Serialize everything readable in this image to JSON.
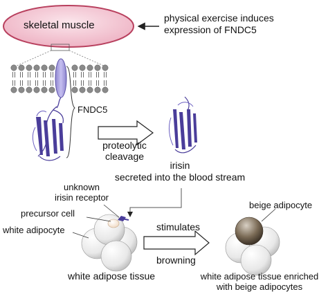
{
  "labels": {
    "muscle": "skeletal muscle",
    "exercise_line1": "physical exercise induces",
    "exercise_line2": "expression of FNDC5",
    "fndc5": "FNDC5",
    "cleavage_line1": "proteolytic",
    "cleavage_line2": "cleavage",
    "irisin": "irisin",
    "secreted": "secreted into the blood stream",
    "receptor_line1": "unknown",
    "receptor_line2": "irisin receptor",
    "precursor": "precursor cell",
    "white_adipocyte": "white adipocyte",
    "beige_adipocyte": "beige adipocyte",
    "stimulates": "stimulates",
    "browning": "browning",
    "white_tissue": "white adipose tissue",
    "enriched_line1": "white adipose tissue enriched",
    "enriched_line2": "with beige adipocytes"
  },
  "colors": {
    "muscle_fill": "#f2c8d4",
    "muscle_edge": "#b8405e",
    "protein": "#4a3d9a",
    "protein_light": "#b9b3e3",
    "lipid_head": "#8a8a8a",
    "beige_cell": "#6b5a45"
  }
}
